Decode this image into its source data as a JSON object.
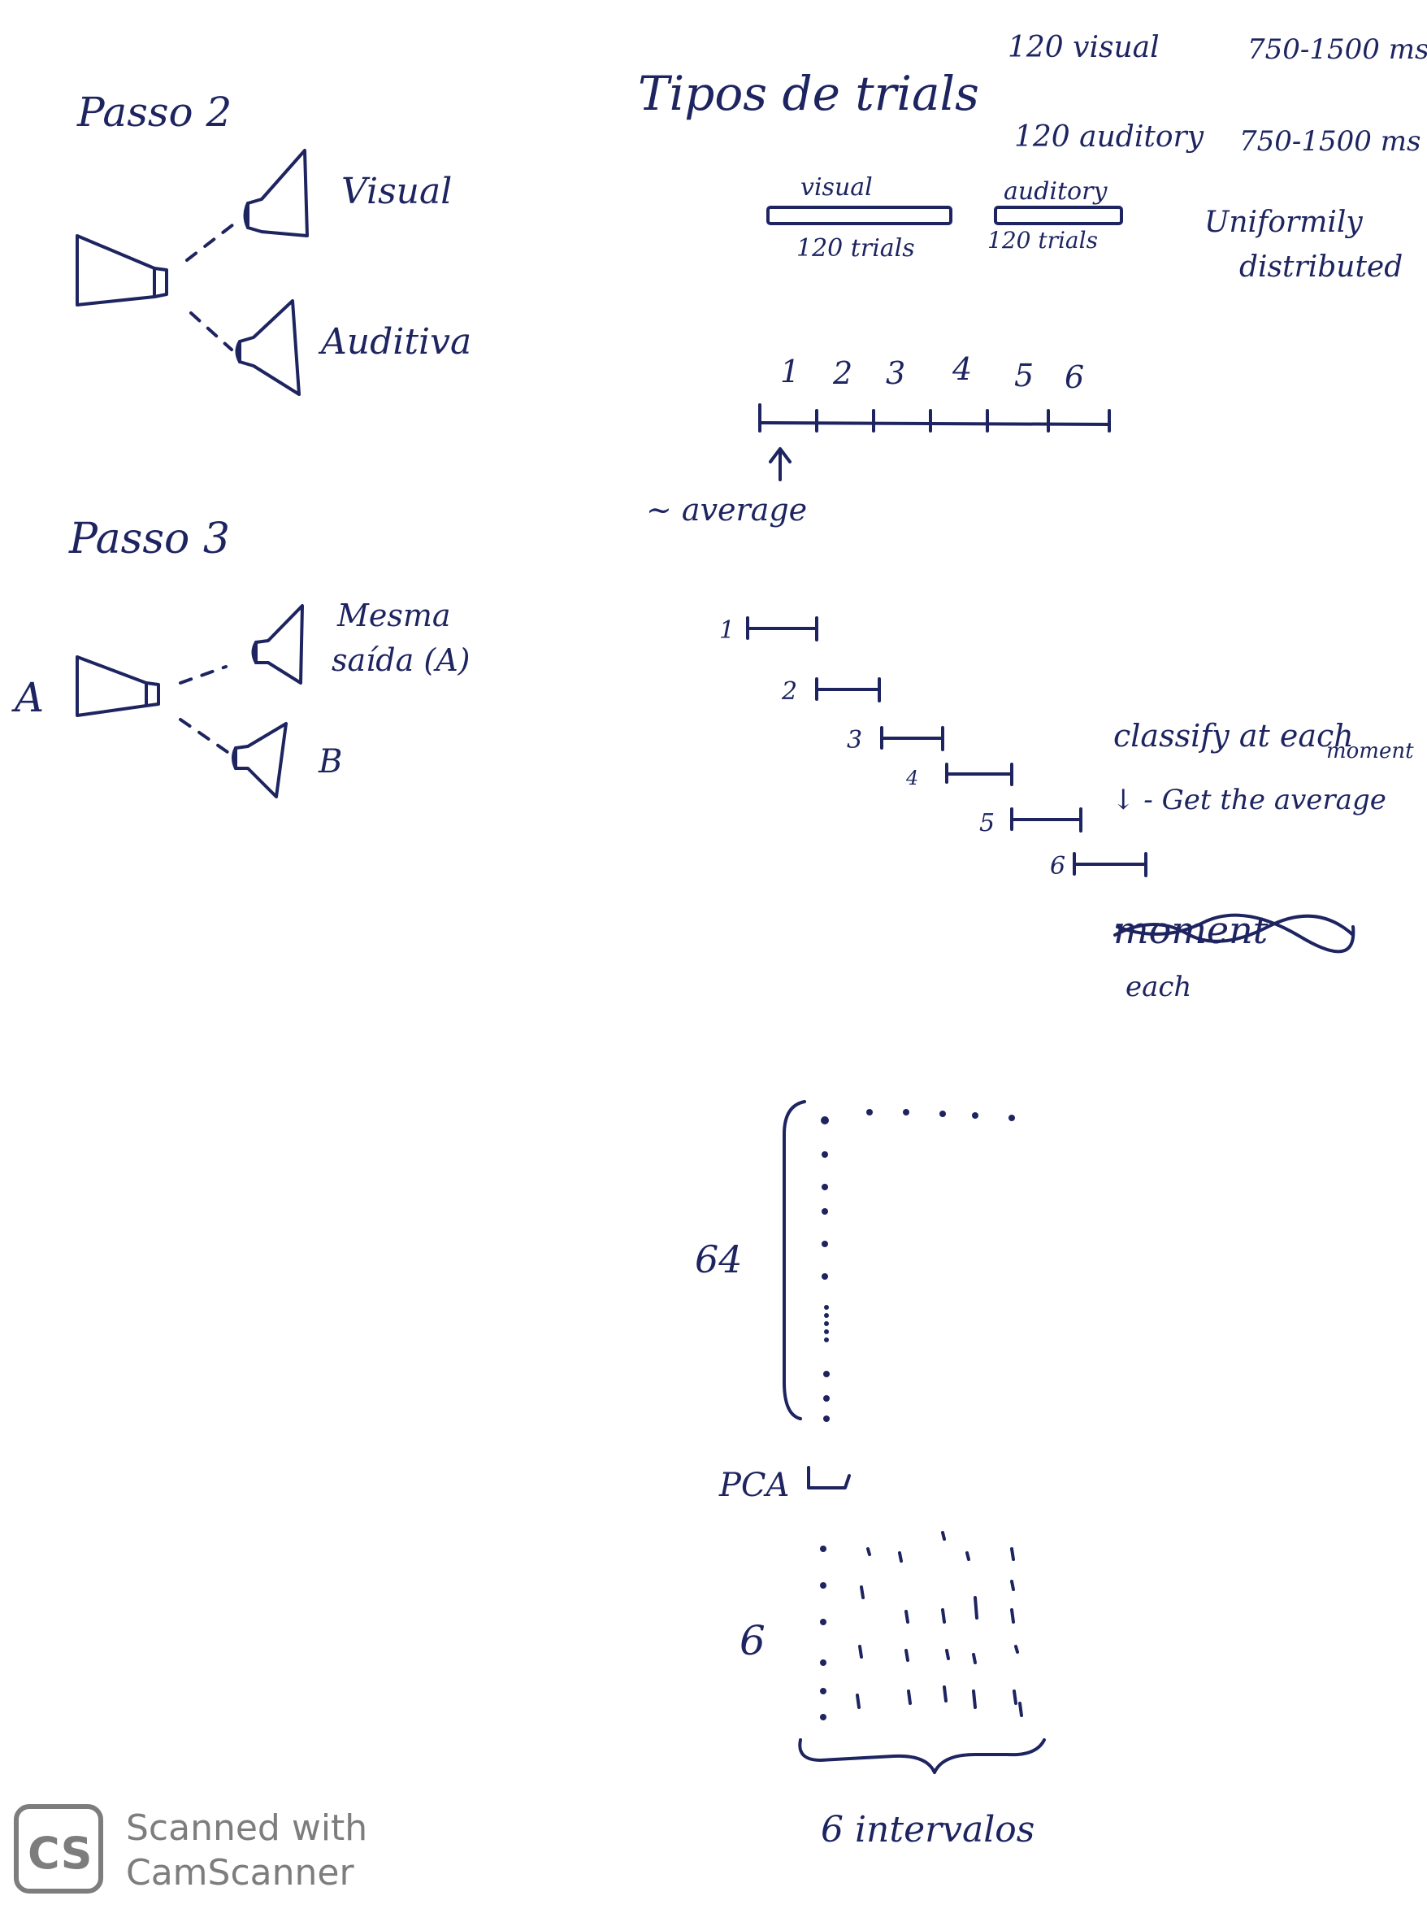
{
  "left": {
    "passo2": {
      "title": "Passo 2",
      "label_visual": "Visual",
      "label_auditiva": "Auditiva"
    },
    "passo3": {
      "title": "Passo 3",
      "label_a": "A",
      "label_mesma_line1": "Mesma",
      "label_mesma_line2": "saída (A)",
      "label_b": "B"
    }
  },
  "right": {
    "tipos": {
      "title": "Tipos de trials",
      "line1_count": "120 visual",
      "line1_range": "750-1500 ms",
      "line2_count": "120 auditory",
      "line2_range": "750-1500 ms",
      "bar_visual_top": "visual",
      "bar_visual_bottom": "120 trials",
      "bar_aud_top": "auditory",
      "bar_aud_bottom": "120 trials",
      "note_line1": "Uniformily",
      "note_line2": "distributed"
    },
    "timeline": {
      "numbers": [
        "1",
        "2",
        "3",
        "4",
        "5",
        "6"
      ],
      "arrow_label": "~ average"
    },
    "staircase": {
      "numbers": [
        "1",
        "2",
        "3",
        "4",
        "5",
        "6"
      ],
      "note_line1": "classify at each",
      "note_line2": "moment",
      "note_line3": "↓ - Get the average",
      "scribble": "moment",
      "scribble_below": "each"
    },
    "matrix": {
      "rows_label": "64",
      "pca_label": "PCA",
      "reduced_rows_label": "6",
      "intervals_label": "6 intervalos"
    }
  },
  "watermark": {
    "logo": "CS",
    "line1": "Scanned with",
    "line2": "CamScanner"
  }
}
